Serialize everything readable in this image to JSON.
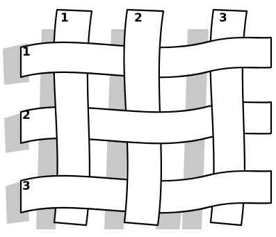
{
  "colors": {
    "background": "#ffffff",
    "strip_fill": "#ffffff",
    "outline": "#000000",
    "shadow": "#c8c8c8"
  },
  "vertical_strips": [
    {
      "label": "1"
    },
    {
      "label": "2"
    },
    {
      "label": "3"
    }
  ],
  "horizontal_strips": [
    {
      "label": "1"
    },
    {
      "label": "2"
    },
    {
      "label": "3"
    }
  ]
}
